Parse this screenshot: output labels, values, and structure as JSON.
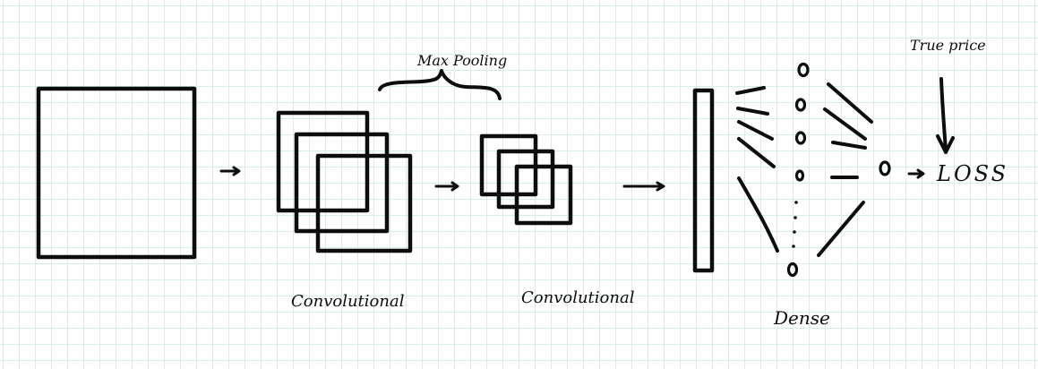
{
  "labels": {
    "conv1": "Convolutional",
    "conv2": "Convolutional",
    "pooling": "Max Pooling",
    "dense": "Dense",
    "true_price": "True price",
    "loss": "LOSS"
  }
}
